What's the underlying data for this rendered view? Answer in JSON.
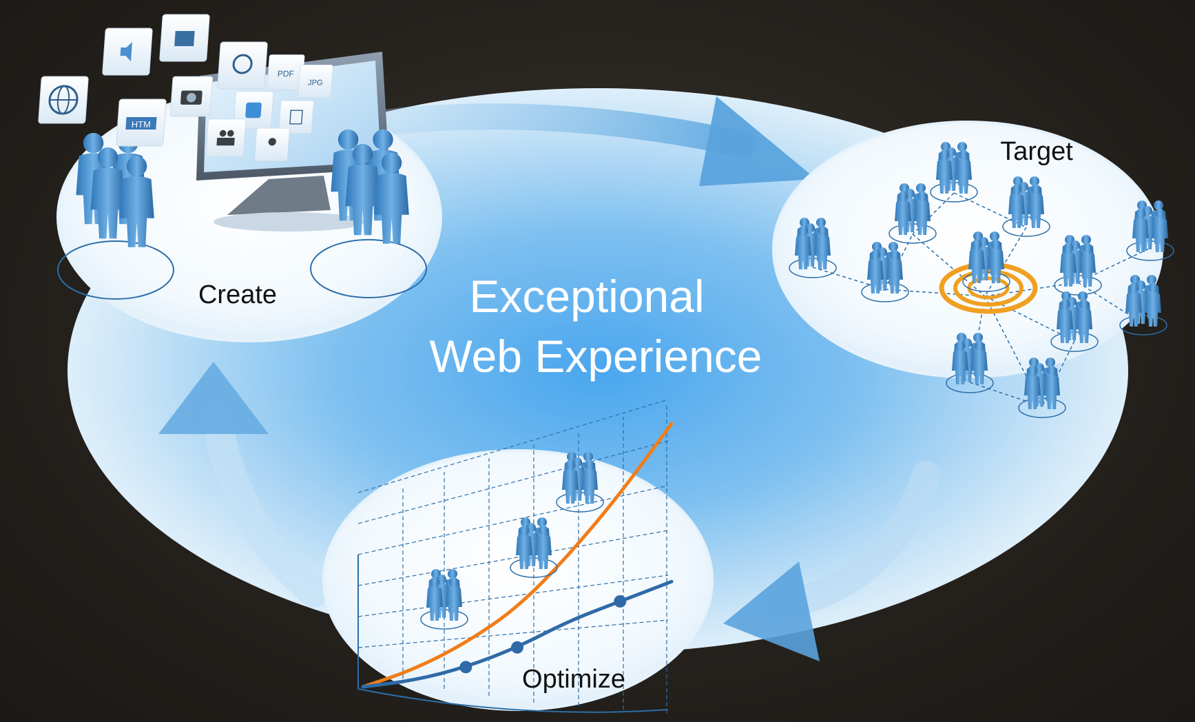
{
  "center_title": {
    "line1": "Exceptional",
    "line2": "Web Experience"
  },
  "stages": {
    "create": "Create",
    "target": "Target",
    "optimize": "Optimize"
  },
  "icons": {
    "media": [
      "globe-icon",
      "audio-file-icon",
      "video-file-icon",
      "chat-bubble-icon",
      "pdf-file-icon",
      "camera-icon",
      "html-file-icon",
      "rss-icon",
      "jpg-file-icon",
      "webcam-icon",
      "document-icon",
      "person-comment-icon"
    ]
  },
  "colors": {
    "background": "#26221e",
    "ring": "#6db3ea",
    "people": "#3a86c8",
    "target_ring": "#f0a020",
    "growth_line": "#f07d1a",
    "baseline_line": "#2f6aa6"
  },
  "chart_data": {
    "type": "line",
    "series": [
      {
        "values": [
          0,
          2,
          5,
          9,
          15,
          22,
          30
        ]
      },
      {
        "values": [
          0,
          1,
          3,
          6,
          10,
          13,
          16
        ]
      }
    ]
  }
}
